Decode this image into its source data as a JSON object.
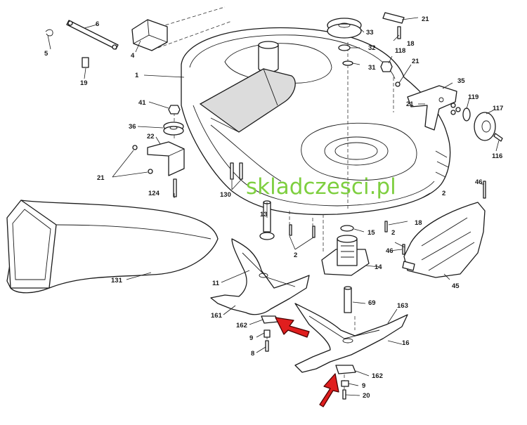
{
  "watermark": "skladczesci.pl",
  "colors": {
    "watermark": "#7ecf3f",
    "arrow": "#e01e1e",
    "line": "#1a1a1a"
  },
  "callouts": [
    {
      "id": "c6",
      "text": "6"
    },
    {
      "id": "c5",
      "text": "5"
    },
    {
      "id": "c4",
      "text": "4"
    },
    {
      "id": "c19",
      "text": "19"
    },
    {
      "id": "c1",
      "text": "1"
    },
    {
      "id": "c41",
      "text": "41"
    },
    {
      "id": "c36",
      "text": "36"
    },
    {
      "id": "c22",
      "text": "22"
    },
    {
      "id": "c21a",
      "text": "21"
    },
    {
      "id": "c124",
      "text": "124"
    },
    {
      "id": "c130",
      "text": "130"
    },
    {
      "id": "c131",
      "text": "131"
    },
    {
      "id": "c13",
      "text": "13"
    },
    {
      "id": "c2a",
      "text": "2"
    },
    {
      "id": "c11",
      "text": "11"
    },
    {
      "id": "c161",
      "text": "161"
    },
    {
      "id": "c162a",
      "text": "162"
    },
    {
      "id": "c9a",
      "text": "9"
    },
    {
      "id": "c8",
      "text": "8"
    },
    {
      "id": "c21b",
      "text": "21"
    },
    {
      "id": "c33",
      "text": "33"
    },
    {
      "id": "c18a",
      "text": "18"
    },
    {
      "id": "c32",
      "text": "32"
    },
    {
      "id": "c118",
      "text": "118"
    },
    {
      "id": "c31",
      "text": "31"
    },
    {
      "id": "c21c",
      "text": "21"
    },
    {
      "id": "c35",
      "text": "35"
    },
    {
      "id": "c21d",
      "text": "21"
    },
    {
      "id": "c119",
      "text": "119"
    },
    {
      "id": "c117",
      "text": "117"
    },
    {
      "id": "c116",
      "text": "116"
    },
    {
      "id": "c46a",
      "text": "46"
    },
    {
      "id": "c2b",
      "text": "2"
    },
    {
      "id": "c18b",
      "text": "18"
    },
    {
      "id": "c15",
      "text": "15"
    },
    {
      "id": "c2c",
      "text": "2"
    },
    {
      "id": "c46b",
      "text": "46"
    },
    {
      "id": "c14",
      "text": "14"
    },
    {
      "id": "c45",
      "text": "45"
    },
    {
      "id": "c69",
      "text": "69"
    },
    {
      "id": "c163",
      "text": "163"
    },
    {
      "id": "c16",
      "text": "16"
    },
    {
      "id": "c162b",
      "text": "162"
    },
    {
      "id": "c9b",
      "text": "9"
    },
    {
      "id": "c20",
      "text": "20"
    }
  ]
}
